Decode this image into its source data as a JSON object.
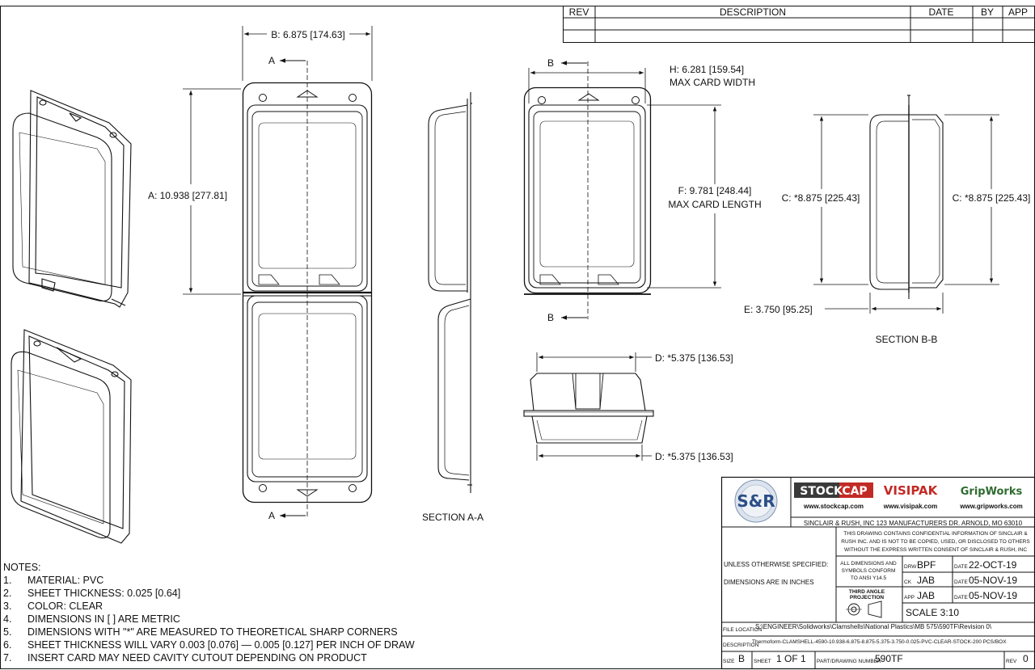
{
  "revision_block": {
    "headers": [
      "REV",
      "DESCRIPTION",
      "DATE",
      "BY",
      "APP"
    ]
  },
  "dimensions": {
    "b": "B: 6.875 [174.63]",
    "a": "A: 10.938 [277.81]",
    "h_label": "H: 6.281 [159.54]",
    "h_caption": "MAX CARD WIDTH",
    "f_label": "F: 9.781 [248.44]",
    "f_caption": "MAX CARD LENGTH",
    "c_left": "C: *8.875 [225.43]",
    "c_right": "C: *8.875 [225.43]",
    "e": "E: 3.750 [95.25]",
    "d_top": "D: *5.375 [136.53]",
    "d_bottom": "D: *5.375 [136.53]"
  },
  "section_markers": {
    "a_top": "A",
    "a_bottom": "A",
    "b_top": "B",
    "b_bottom": "B"
  },
  "section_labels": {
    "aa": "SECTION A-A",
    "bb": "SECTION B-B"
  },
  "notes": {
    "title": "NOTES:",
    "items": [
      {
        "num": "1.",
        "text": "MATERIAL: PVC"
      },
      {
        "num": "2.",
        "text": "SHEET THICKNESS: 0.025 [0.64]"
      },
      {
        "num": "3.",
        "text": "COLOR: CLEAR"
      },
      {
        "num": "4.",
        "text": "DIMENSIONS IN [ ] ARE METRIC"
      },
      {
        "num": "5.",
        "text": "DIMENSIONS WITH \"*\" ARE MEASURED TO THEORETICAL SHARP CORNERS"
      },
      {
        "num": "6.",
        "text": "SHEET THICKNESS WILL VARY 0.003 [0.076] — 0.005 [0.127] PER INCH OF DRAW"
      },
      {
        "num": "7.",
        "text": "INSERT CARD MAY NEED CAVITY CUTOUT DEPENDING ON PRODUCT"
      }
    ]
  },
  "title_block": {
    "logo_text": "S&R",
    "brands": [
      {
        "name": "STOCKCAP",
        "url": "www.stockcap.com"
      },
      {
        "name": "VISIPAK",
        "url": "www.visipak.com"
      },
      {
        "name": "GripWorks",
        "url": "www.gripworks.com"
      }
    ],
    "company_address": "SINCLAIR & RUSH, INC 123 MANUFACTURERS DR. ARNOLD, MO 63010",
    "confidential": [
      "THIS DRAWING CONTAINS CONFIDENTIAL INFORMATION OF SINCLAIR &",
      "RUSH INC. AND IS NOT TO BE COPIED, USED, OR DISCLOSED TO OTHERS",
      "WITHOUT THE EXPRESS WRITTEN CONSENT OF SINCLAIR & RUSH, INC"
    ],
    "unless_specified": "UNLESS OTHERWISE SPECIFIED:",
    "dims_in_inches": "DIMENSIONS ARE IN INCHES",
    "ansi": [
      "ALL DIMENSIONS AND",
      "SYMBOLS CONFORM",
      "TO ANSI Y14.5"
    ],
    "third_angle": [
      "THIRD ANGLE",
      "PROJECTION"
    ],
    "approvals": [
      {
        "role": "DRW",
        "by": "BPF",
        "date_label": "DATE",
        "date": "22-OCT-19"
      },
      {
        "role": "CK",
        "by": "JAB",
        "date_label": "DATE",
        "date": "05-NOV-19"
      },
      {
        "role": "APP",
        "by": "JAB",
        "date_label": "DATE",
        "date": "05-NOV-19"
      }
    ],
    "scale": "SCALE 3:10",
    "file_location_label": "FILE LOCATION",
    "file_location": "S:\\ENGINEER\\Solidworks\\Clamshells\\National Plastics\\MB 575\\590TF\\Revision 0\\",
    "description_label": "DESCRIPTION",
    "description": "Thermoform-CLAMSHELL-4590-10.938-6.875-8.875-5.375-3.750-0.025-PVC-CLEAR-STOCK-200 PCS/BOX",
    "size_label": "SIZE",
    "size": "B",
    "sheet_label": "SHEET",
    "sheet": "1 OF 1",
    "part_label": "PART/DRAWING NUMBER",
    "part": "590TF",
    "rev_label": "REV",
    "rev": "0"
  }
}
